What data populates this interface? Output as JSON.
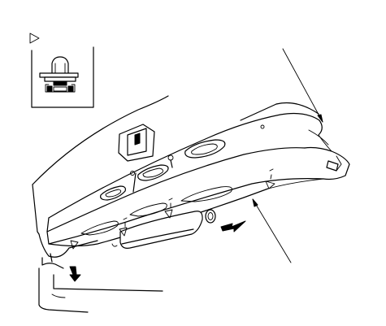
{
  "figure": {
    "kind": "technical-illustration",
    "subject": "tailgate-trim-panel-removal",
    "clip_symbol": "triangle",
    "ink_color": "#000000",
    "background_color": "#ffffff"
  }
}
